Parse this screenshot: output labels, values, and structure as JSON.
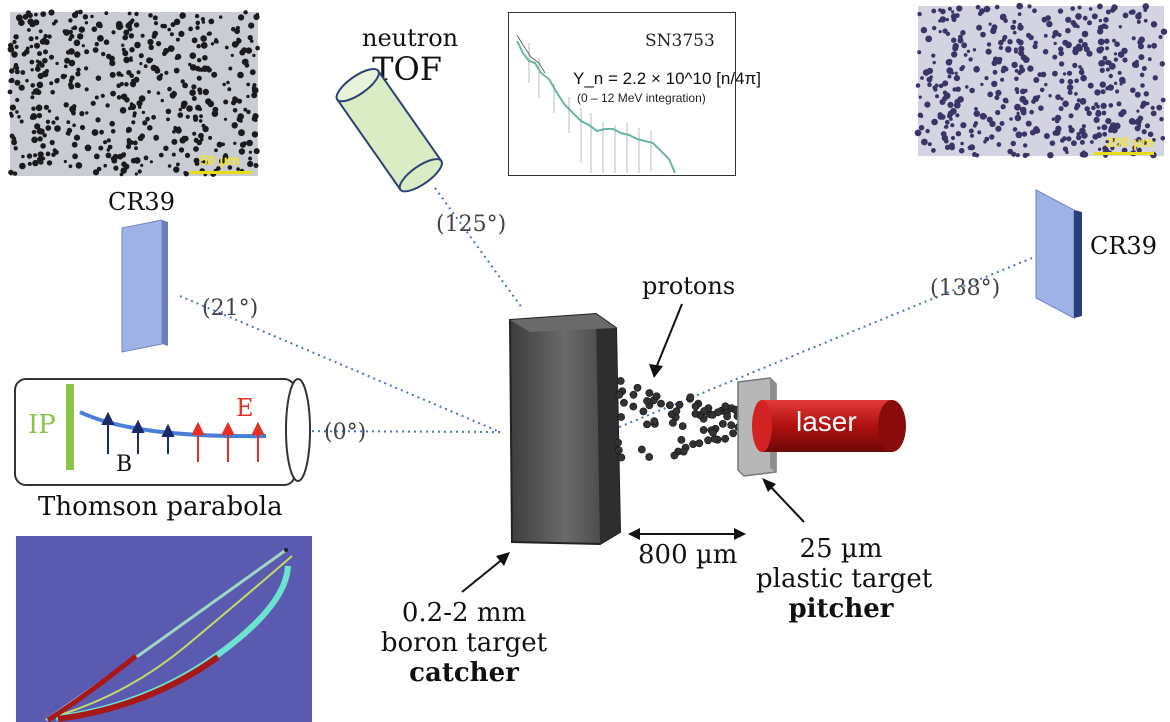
{
  "images": {
    "cr39_left_scale": "50 µm",
    "cr39_right_scale": "200 µm"
  },
  "detectors": {
    "neutron_tof_line1": "neutron",
    "neutron_tof_line2": "TOF",
    "cr39_left": "CR39",
    "cr39_right": "CR39",
    "thomson_parabola": "Thomson parabola",
    "ip": "IP",
    "e_field": "E",
    "b_field": "B"
  },
  "angles": {
    "a125": "(125°)",
    "a21": "(21°)",
    "a0": "(0°)",
    "a138": "(138°)"
  },
  "neutron_plot": {
    "shot_id": "SN3753",
    "yield": "Y_n = 2.2 × 10^10 [n/4π]",
    "note": "(0 – 12 MeV integration)"
  },
  "setup": {
    "protons": "protons",
    "laser": "laser",
    "gap": "800 µm",
    "pitcher_line1": "25 µm",
    "pitcher_line2": "plastic target",
    "pitcher_line3": "pitcher",
    "catcher_line1": "0.2-2 mm",
    "catcher_line2": "boron target",
    "catcher_line3": "catcher"
  },
  "colors": {
    "dotted_line": "#4a6fd8",
    "tof_cylinder": "#d9ecc4",
    "cr39_plate": "#9fb2e6",
    "catcher_block": "#4c4c4c",
    "laser": "#c81414",
    "tp_track": "#4a7fd8",
    "b_arrows": "#1c2a6b",
    "e_arrows": "#e53025",
    "ip_bar": "#8cc34a",
    "tp_image_bg": "#5a5bb0"
  }
}
